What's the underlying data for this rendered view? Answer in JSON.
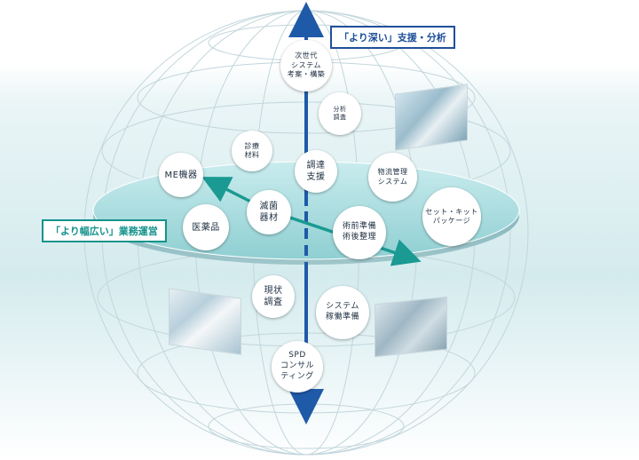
{
  "labels": {
    "deeper": "「より深い」支援・分析",
    "broader": "「より幅広い」業務運営"
  },
  "nodes": {
    "next_system": "次世代\nシステム\n考案・構築",
    "analysis": "分析\n調査",
    "shinryo": "診療\n材料",
    "me": "ME機器",
    "chotatsu": "調達\n支援",
    "butsuryu": "物流管理\nシステム",
    "set_kit": "セット・キット\nパッケージ",
    "mekkin": "滅菌\n器材",
    "iyakuhin": "医薬品",
    "jutsuzen": "術前準備\n術後整理",
    "genjo": "現状\n調査",
    "system_kado": "システム\n稼働準備",
    "spd": "SPD\nコンサル\nティング"
  },
  "colors": {
    "axis_blue": "#1f5aa8",
    "axis_teal": "#1a9a92",
    "disc_top": "#a9dde0",
    "label_blue": "#1f4f9a",
    "label_teal": "#14938c"
  }
}
